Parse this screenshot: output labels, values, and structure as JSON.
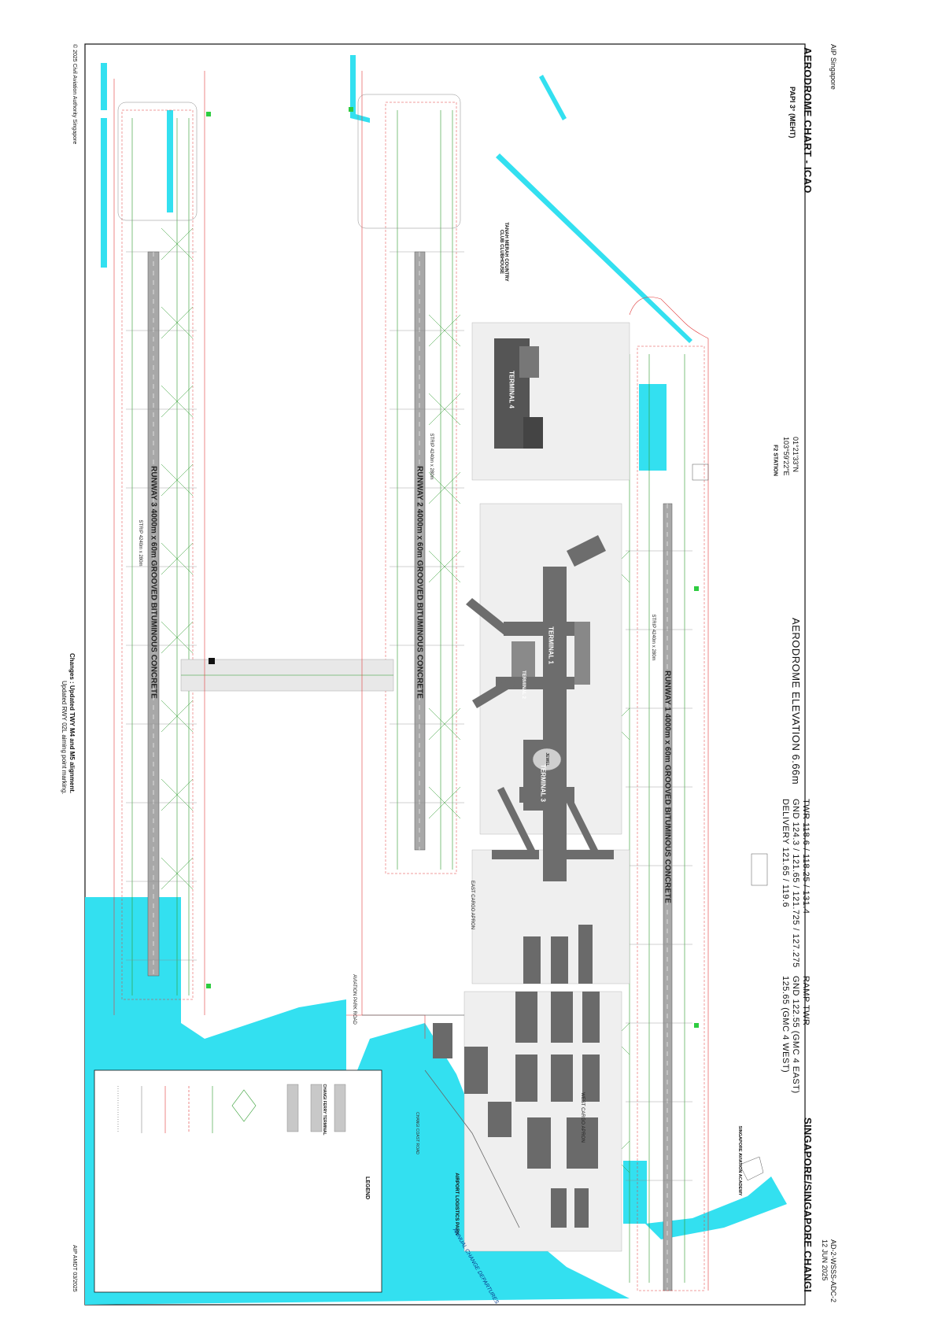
{
  "header": {
    "aip": "AIP Singapore",
    "doc_code": "AD-2-WSSS-ADC-2",
    "doc_date": "12 JUN 2025",
    "title": "AERODROME CHART - ICAO",
    "coord_lat": "01°21'33\"N",
    "coord_lon": "103°59'22\"E",
    "elevation": "AERODROME ELEVATION 6.66m",
    "twr": "TWR      118.6 / 118.25 / 131.4",
    "gnd": "GND      124.3 / 121.65 / 121.725 / 127.275",
    "delivery": "DELIVERY   121.65 / 119.6",
    "ramp_twr": "RAMP TWR",
    "ramp_gnd": "GND      122.55 (GMC 4 EAST)",
    "ramp_gnd2": "125.65 (GMC 4 WEST)",
    "location": "SINGAPORE/SINGAPORE CHANGI"
  },
  "papi": {
    "title": "PAPI 3° (MEHT)"
  },
  "runways": {
    "rwy1": "RUNWAY 1    4000m x 60m GROOVED BITUMINOUS CONCRETE",
    "rwy2": "RUNWAY 2    4000m x 60m GROOVED BITUMINOUS CONCRETE",
    "rwy3": "RUNWAY 3    4000m x 60m GROOVED BITUMINOUS CONCRETE",
    "strip1": "STRIP 4240m x 280m",
    "strip2": "STRIP 4240m x 280m",
    "strip3": "STRIP 4240m x 280m"
  },
  "labels": {
    "terminal4": "TERMINAL 4",
    "terminal1": "TERMINAL 1",
    "terminal2": "TERMINAL 2",
    "terminal3": "TERMINAL 3",
    "jewel": "JEWEL",
    "tanah_merah": "TANAH MERAH COUNTRY CLUB CLUBHOUSE",
    "fire_station": "F2 STATION",
    "airport_logistics_park": "AIRPORT LOGISTICS PARK",
    "aviation_park_road": "AVIATION PARK ROAD",
    "changi_coast_road": "CHANGI COAST ROAD",
    "ferry_terminal": "CHANGI FERRY TERMINAL",
    "aviation_academy": "SINGAPORE AVIATION ACADEMY",
    "annual_bird_sanctuary": "ANNUAL CHANGE DEPARTURES",
    "cargo_apron": "EAST CARGO APRON",
    "west_cargo": "WEST CARGO APRON"
  },
  "changes": {
    "line1": "Changes : Updated TWY M4 and M5 alignment.",
    "line2": "Updated RWY 02L aiming point marking."
  },
  "footer": {
    "copyright": "© 2025 Civil Aviation Authority Singapore",
    "amdt": "AIP AMDT 03/2025"
  },
  "legend": {
    "title": "LEGEND"
  },
  "colors": {
    "water": "#33e0f0",
    "pavement": "#9a9a9a",
    "building": "#555555",
    "taxiway_line": "#2a9a2a",
    "boundary": "#e03a3a"
  }
}
